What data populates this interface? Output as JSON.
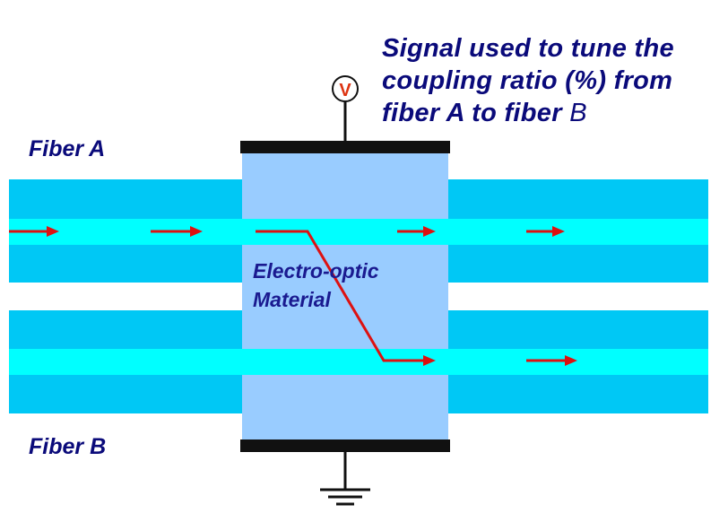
{
  "title": {
    "line1": "Signal used to tune the",
    "line2": "coupling ratio (%) from",
    "line3_bold": "fiber A to fiber ",
    "line3_tail": "B"
  },
  "labels": {
    "fiber_a": "Fiber A",
    "fiber_b": "Fiber B",
    "material_line1": "Electro-optic",
    "material_line2": "Material",
    "voltmeter": "V"
  },
  "colors": {
    "cladding": "#00c8f5",
    "core": "#00ffff",
    "material": "#99ccff",
    "signal": "#dd1111",
    "electrode": "#111111",
    "text": "#0a0a7a"
  },
  "icons": {
    "voltmeter": "circled-v-icon",
    "ground": "ground-icon",
    "arrow": "right-arrow-icon"
  }
}
